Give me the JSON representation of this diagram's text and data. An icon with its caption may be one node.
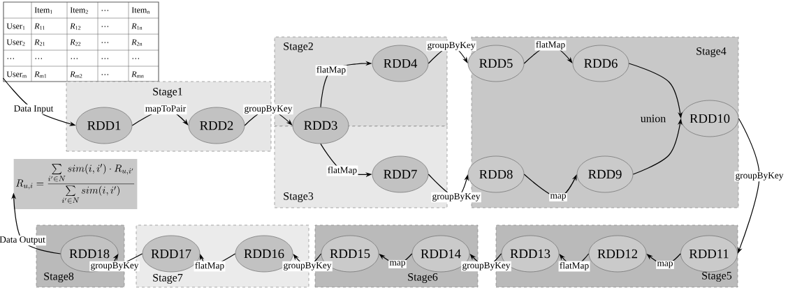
{
  "diagram": {
    "nodes": [
      {
        "text": [
          "Item$_{1}$",
          "Item$_{2}$",
          "…",
          "Item$_{n}$",
          "User$_{1}$",
          "*R*$_{11}$",
          "*R*$_{12}$",
          "…",
          "*R*$_{1n}$",
          "User$_{2}$",
          "*R*$_{21}$",
          "*R*$_{22}$",
          "…",
          "*R*$_{2n}$",
          "…",
          "…",
          "…",
          "…",
          "…",
          "User$_{m}$",
          "*R*$_{m1}$",
          "*R*$_{m2}$",
          "…",
          "*R*$_{mn}$"
        ]
      },
      {
        "text": [
          "Stage1"
        ]
      },
      {
        "text": [
          "RDD1"
        ],
        "in": 1
      },
      {
        "text": [
          "RDD2"
        ],
        "in": 1
      },
      {
        "text": [
          "Stage2"
        ]
      },
      {
        "text": [
          "RDD3"
        ]
      },
      {
        "text": [
          "RDD4"
        ],
        "in": 4
      },
      {
        "text": [
          "Stage3"
        ]
      },
      {
        "text": [
          "RDD7"
        ],
        "in": 7
      },
      {
        "text": [
          "Stage4"
        ]
      },
      {
        "text": [
          "RDD5"
        ],
        "in": 9
      },
      {
        "text": [
          "RDD6"
        ],
        "in": 9
      },
      {
        "text": [
          "RDD8"
        ],
        "in": 9
      },
      {
        "text": [
          "RDD9"
        ],
        "in": 9
      },
      {
        "text": [
          "RDD10"
        ],
        "in": 9
      },
      {
        "text": [
          "R_{u,i}=\\frac{\\sum\\limits_{i'\\in N} sim(i,i')\\cdot R_{u,i'}}{\\sum\\limits_{i'\\in N} sim(i,i')}"
        ]
      },
      {
        "text": [
          "Stage8"
        ]
      },
      {
        "text": [
          "RDD18"
        ],
        "in": 16
      },
      {
        "text": [
          "Stage7"
        ]
      },
      {
        "text": [
          "RDD17"
        ],
        "in": 18
      },
      {
        "text": [
          "RDD16"
        ],
        "in": 18
      },
      {
        "text": [
          "Stage6"
        ]
      },
      {
        "text": [
          "RDD15"
        ],
        "in": 21
      },
      {
        "text": [
          "RDD14"
        ],
        "in": 21
      },
      {
        "text": [
          "Stage5"
        ]
      },
      {
        "text": [
          "RDD13"
        ],
        "in": 24
      },
      {
        "text": [
          "RDD12"
        ],
        "in": 24
      },
      {
        "text": [
          "RDD11"
        ],
        "in": 24
      }
    ],
    "edges": [
      {
        "from": 0,
        "to": 2,
        "arrow": "to",
        "label": "Data Input"
      },
      {
        "from": 2,
        "to": 3,
        "arrow": "to",
        "label": "mapToPair"
      },
      {
        "from": 3,
        "to": 5,
        "arrow": "to",
        "label": "groupByKey"
      },
      {
        "from": 5,
        "to": 6,
        "arrow": "to",
        "label": "flatMap"
      },
      {
        "from": 5,
        "to": 8,
        "arrow": "to",
        "label": "flatMap"
      },
      {
        "from": 6,
        "to": 10,
        "arrow": "to",
        "label": "groupByKey"
      },
      {
        "from": 8,
        "to": 12,
        "arrow": "to",
        "label": "groupByKey"
      },
      {
        "from": 10,
        "to": 11,
        "arrow": "to",
        "label": "flatMap"
      },
      {
        "from": 12,
        "to": 13,
        "arrow": "to",
        "label": "map"
      },
      {
        "from": 11,
        "to": 14,
        "arrow": "to"
      },
      {
        "from": 13,
        "to": 14,
        "arrow": "to"
      },
      {
        "from": 14,
        "to": 27,
        "arrow": "to",
        "label": "groupByKey"
      },
      {
        "from": 27,
        "to": 26,
        "arrow": "to",
        "label": "map"
      },
      {
        "from": 26,
        "to": 25,
        "arrow": "to",
        "label": "flatMap"
      },
      {
        "from": 25,
        "to": 23,
        "arrow": "to",
        "label": "groupByKey"
      },
      {
        "from": 23,
        "to": 22,
        "arrow": "to",
        "label": "map"
      },
      {
        "from": 22,
        "to": 20,
        "arrow": "to",
        "label": "groupByKey"
      },
      {
        "from": 20,
        "to": 19,
        "arrow": "to",
        "label": "flatMap"
      },
      {
        "from": 19,
        "to": 17,
        "arrow": "to",
        "label": "groupByKey"
      },
      {
        "from": 17,
        "to": 15,
        "arrow": "to",
        "label": "Data Output"
      }
    ],
    "labels": [
      "union"
    ]
  }
}
